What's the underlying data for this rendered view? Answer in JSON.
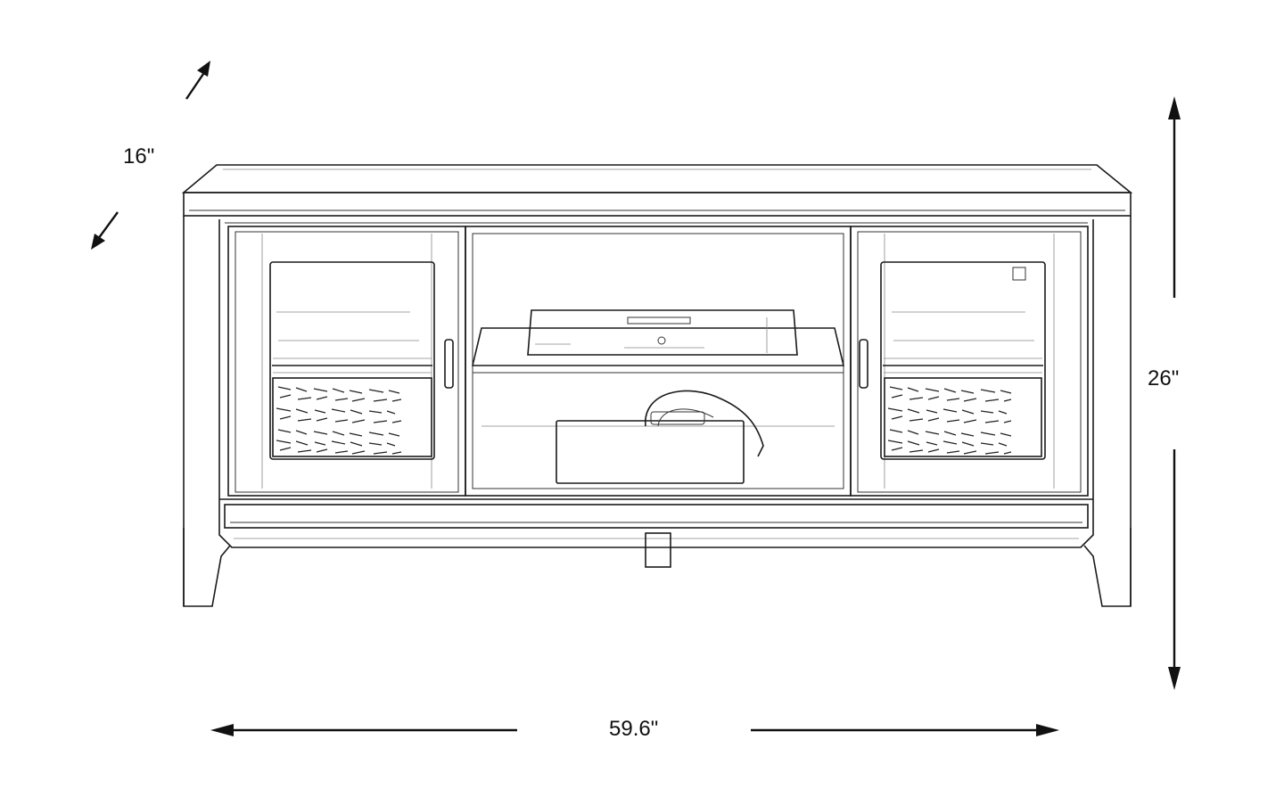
{
  "dimensions": {
    "depth": "16\"",
    "height": "26\"",
    "width": "59.6\""
  },
  "icons": {
    "depth_arrow": "diagonal-double-arrow-icon",
    "height_arrow": "vertical-double-arrow-icon",
    "width_arrow": "horizontal-double-arrow-icon"
  },
  "colors": {
    "line": "#1a1a1a",
    "background": "#ffffff"
  }
}
